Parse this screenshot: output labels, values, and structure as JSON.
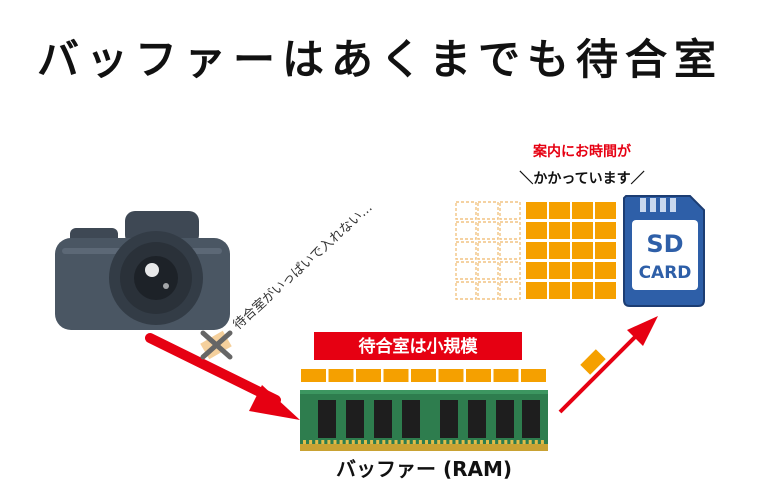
{
  "title": "バッファーはあくまでも待合室",
  "sd_note": {
    "line1": "案内にお時間が",
    "line2": "＼かかっています／"
  },
  "sd_card": {
    "label_top": "SD",
    "label_bottom": "CARD"
  },
  "waiting_room_note": "待合室がいっぱいで入れない…",
  "small_room_label": "待合室は小規模",
  "buffer_label": "バッファー (RAM)",
  "colors": {
    "accent_red": "#e60012",
    "block_orange": "#f5a000",
    "dashed_orange": "#f2c483",
    "camera_body": "#4a5663",
    "sd_blue": "#2e5fa8",
    "ram_green": "#2e7d4e"
  },
  "icons": [
    "camera-icon",
    "sd-card-icon",
    "ram-module-icon",
    "cross-mark-icon"
  ]
}
